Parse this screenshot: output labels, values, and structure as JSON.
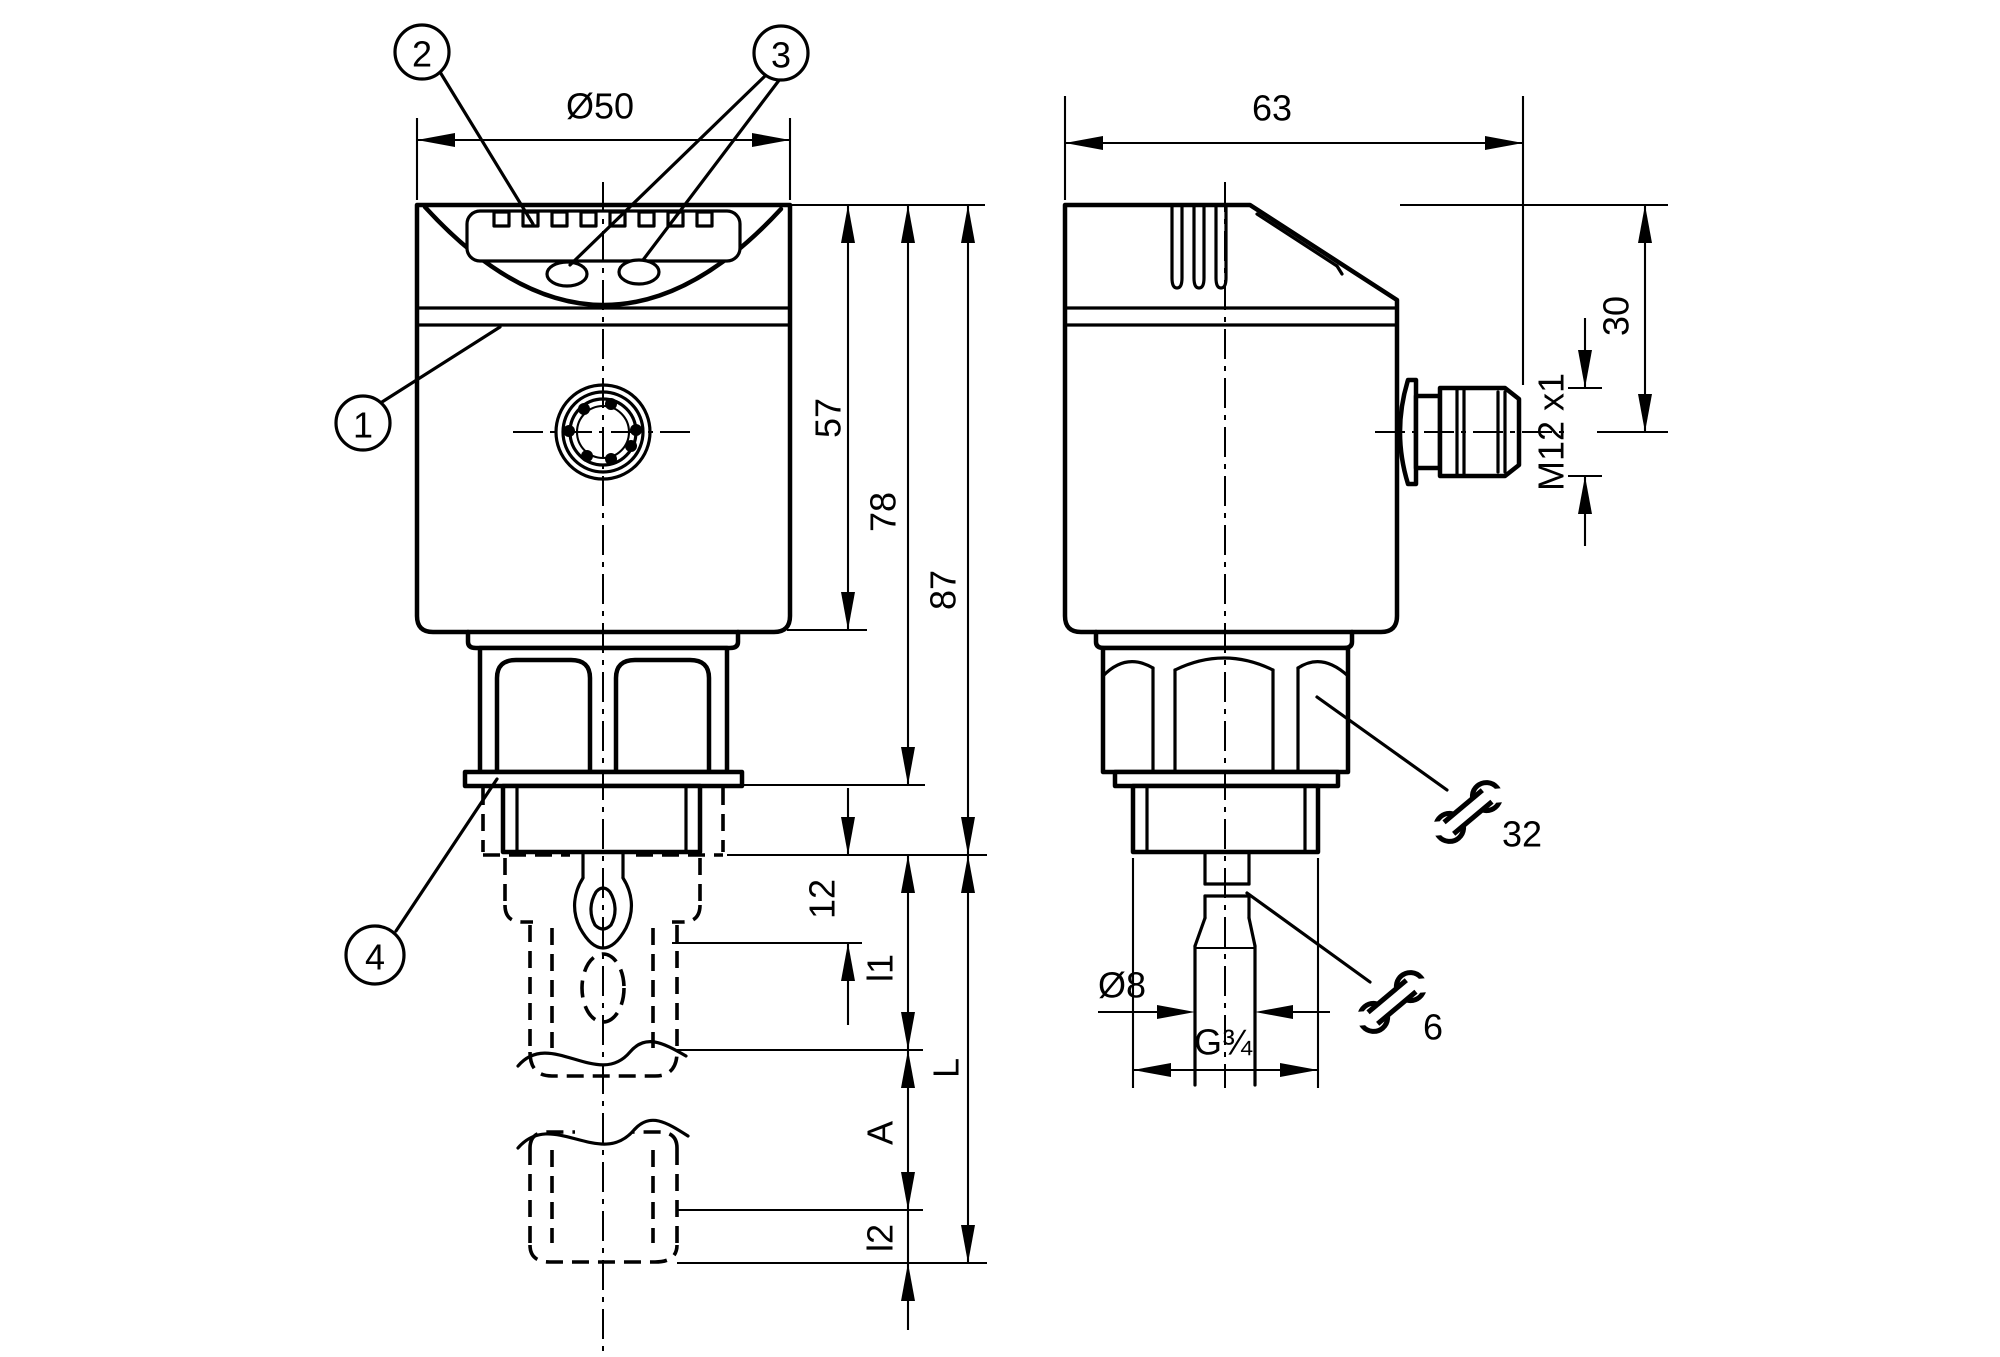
{
  "page": {
    "background": "#ffffff",
    "line_color": "#000000"
  },
  "callouts": {
    "n1": "1",
    "n2": "2",
    "n3": "3",
    "n4": "4"
  },
  "front_view": {
    "dia": "Ø50",
    "h_display": "57",
    "h_body": "78",
    "h_total": "87",
    "tip": "12",
    "l1": "l1",
    "big_l": "L",
    "a": "A",
    "l2": "l2"
  },
  "side_view": {
    "depth": "63",
    "connector_offset": "30",
    "connector_thread": "M12 x1",
    "probe_dia": "Ø8",
    "process_thread": "G¾",
    "wrench_hex": "32",
    "wrench_tip": "6"
  }
}
